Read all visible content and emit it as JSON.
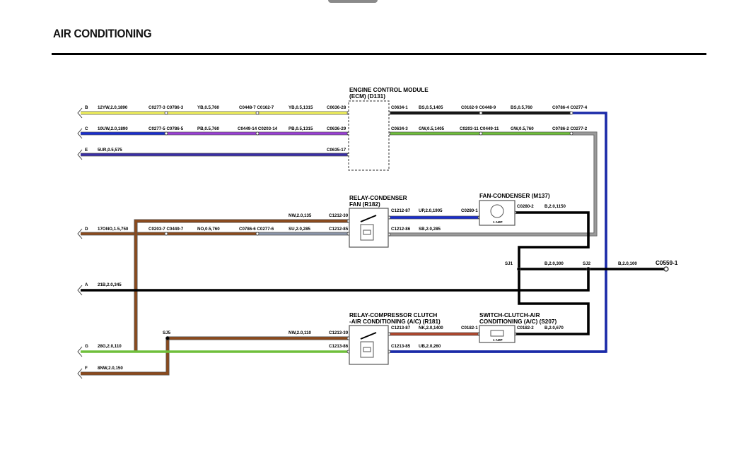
{
  "title": "AIR CONDITIONING",
  "components": {
    "ecm": {
      "line1": "ENGINE CONTROL MODULE",
      "line2": "(ECM) (D131)"
    },
    "relay_fan": {
      "line1": "RELAY-CONDENSER",
      "line2": "FAN (R182)"
    },
    "fan_condenser": {
      "line1": "FAN-CONDENSER (M137)",
      "badge": "1 AMP"
    },
    "relay_clutch": {
      "line1": "RELAY-COMPRESSOR CLUTCH",
      "line2": "-AIR CONDITIONING (A/C) (R181)"
    },
    "switch_clutch": {
      "line1": "SWITCH-CLUTCH-AIR",
      "line2": "CONDITIONING (A/C) (S207)",
      "badge": "1 AMP"
    },
    "ground": {
      "label": "C0559-1"
    }
  },
  "labels": [
    "B",
    "12YW,2.0,1890",
    "C0277-3 C0786-3",
    "YB,0.5,760",
    "C0448-7 C0162-7",
    "YB,0.5,1315",
    "C0636-28",
    "C",
    "10UW,2.0,1890",
    "C0277-5 C0786-5",
    "PB,0.5,760",
    "C0449-14 C0203-14",
    "PB,0.5,1315",
    "C0636-29",
    "E",
    "5UR,0.5,575",
    "C0635-17",
    "C0634-1",
    "BS,0.5,1405",
    "C0162-9 C0448-9",
    "BS,0.5,760",
    "C0786-4 C0277-4",
    "C0634-3",
    "GW,0.5,1405",
    "C0203-11 C0449-11",
    "GW,0.5,760",
    "C0786-2 C0277-2",
    "NW,2.0,135",
    "C1212-30",
    "C1212-87",
    "UP,2.0,1905",
    "C0280-1",
    "C0280-2",
    "B,2.0,1150",
    "D",
    "17ONO,1.5,750",
    "C0203-7 C0449-7",
    "NO,0.5,760",
    "C0786-6 C0277-6",
    "SU,2.0,285",
    "C1212-85",
    "C1212-86",
    "SB,2.0,285",
    "SJ1",
    "B,2.0,300",
    "SJ2",
    "B,2.0,100",
    "A",
    "21B,2.0,345",
    "NW,2.0,110",
    "C1213-30",
    "C1213-87",
    "NK,2.0,1400",
    "C0182-1",
    "C0182-2",
    "B,2.0,670",
    "SJ5",
    "G",
    "28G,2.0,110",
    "C1213-86",
    "C1213-85",
    "UB,2.0,260",
    "F",
    "8NW,2.0,150"
  ],
  "colors": {
    "yellow": "#f2f25c",
    "blue": "#1a2fd0",
    "violet": "#9b3fd6",
    "purple": "#3a2fa8",
    "slate": "#8a94a8",
    "green": "#6fbf3b",
    "grey": "#9a9a9a",
    "brown": "#8b4a1c",
    "black": "#000000",
    "darkblue": "#1a2aa8",
    "red": "#b0452a"
  }
}
